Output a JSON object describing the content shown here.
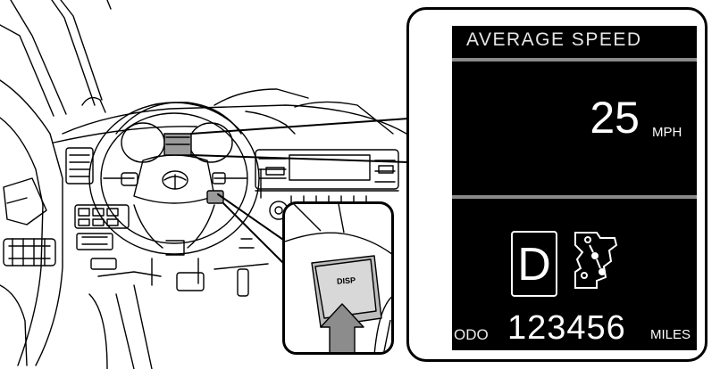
{
  "display": {
    "title": "AVERAGE SPEED",
    "speed_value": "25",
    "speed_unit": "MPH",
    "gear": "D",
    "odo_label": "ODO",
    "odo_value": "123456",
    "odo_unit": "MILES"
  },
  "switch": {
    "label": "DISP"
  },
  "colors": {
    "line": "#000000",
    "screen_bg": "#000000",
    "screen_text": "#ffffff",
    "dash_highlight": "#9a9a9a",
    "arrow_fill": "#8c8c8c"
  },
  "icons": [
    "steering-wheel-logo-icon",
    "press-arrow-icon",
    "drive-mode-map-icon"
  ]
}
